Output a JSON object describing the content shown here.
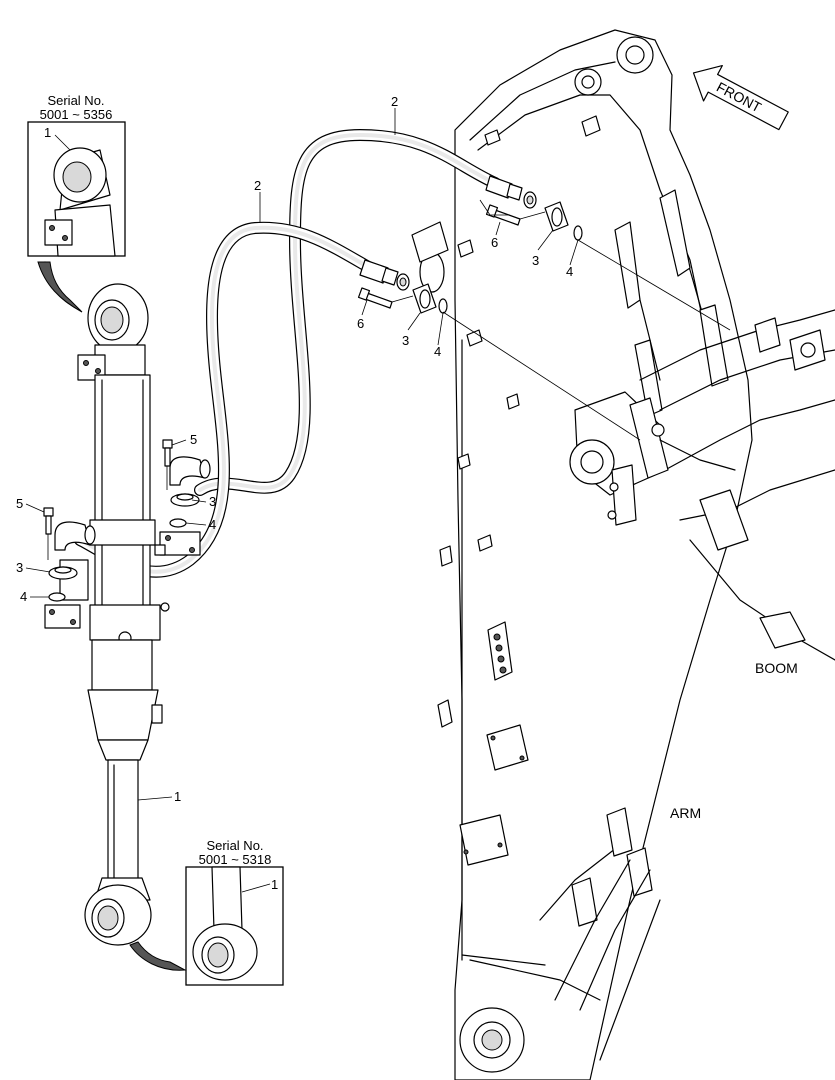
{
  "inset_top": {
    "serial_title": "Serial No.",
    "serial_range": "5001 ~ 5356",
    "callout": "1"
  },
  "inset_bottom": {
    "serial_title": "Serial No.",
    "serial_range": "5001 ~ 5318",
    "callout": "1"
  },
  "front_arrow": {
    "label": "FRONT"
  },
  "structures": {
    "boom_label": "BOOM",
    "arm_label": "ARM"
  },
  "callouts": {
    "cylinder": "1",
    "hose_upper": "2",
    "hose_lower": "2",
    "flange_upper": "3",
    "flange_lower": "3",
    "flange_cyl_upper": "3",
    "flange_cyl_lower": "3",
    "oring_upper": "4",
    "oring_lower": "4",
    "oring_cyl_upper": "4",
    "oring_cyl_lower": "4",
    "bolt_cyl_upper": "5",
    "bolt_cyl_lower": "5",
    "bolt_upper": "6",
    "bolt_lower": "6"
  }
}
